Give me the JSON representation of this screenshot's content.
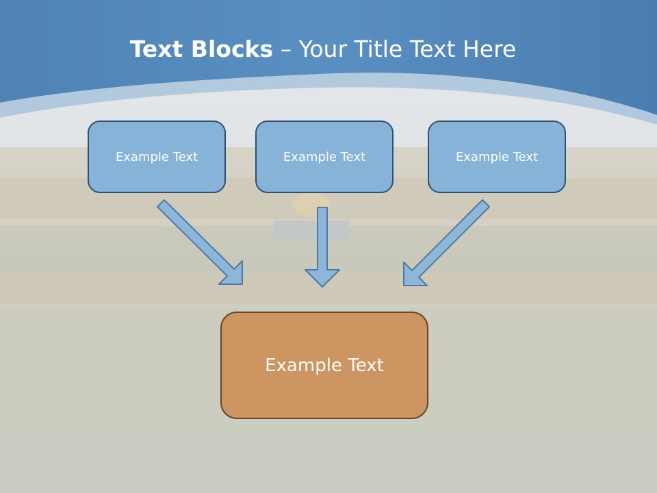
{
  "title": {
    "bold": "Text Blocks",
    "separator": " – ",
    "rest": "Your Title Text Here"
  },
  "blocks": [
    {
      "label": "Example Text"
    },
    {
      "label": "Example Text"
    },
    {
      "label": "Example Text"
    }
  ],
  "target": {
    "label": "Example Text"
  },
  "colors": {
    "header": "#4a7bae",
    "block_fill": "#87b3d8",
    "block_border": "#2f4f73",
    "target_fill": "#cc9562",
    "target_border": "#6a4528",
    "arrow_fill": "#8db6db",
    "arrow_stroke": "#5277a0"
  }
}
